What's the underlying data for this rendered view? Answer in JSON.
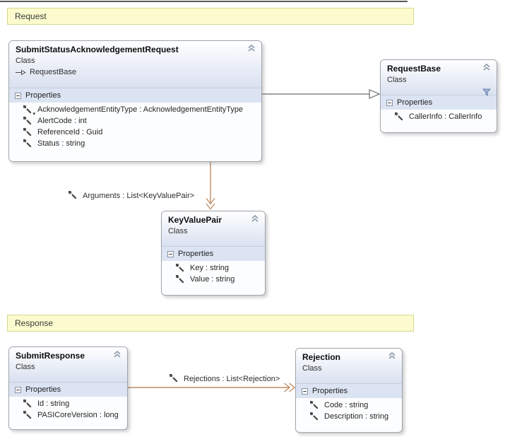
{
  "diagram": {
    "sections": {
      "request": {
        "label": "Request"
      },
      "response": {
        "label": "Response"
      }
    },
    "classes": {
      "submit_status_acknowledgement_request": {
        "title": "SubmitStatusAcknowledgementRequest",
        "kind": "Class",
        "base_type": "RequestBase",
        "compartment_label": "Properties",
        "members": [
          "AcknowledgementEntityType : AcknowledgementEntityType",
          "AlertCode : int",
          "ReferenceId : Guid",
          "Status : string"
        ]
      },
      "request_base": {
        "title": "RequestBase",
        "kind": "Class",
        "compartment_label": "Properties",
        "members": [
          "CallerInfo : CallerInfo"
        ]
      },
      "key_value_pair": {
        "title": "KeyValuePair",
        "kind": "Class",
        "compartment_label": "Properties",
        "members": [
          "Key : string",
          "Value : string"
        ]
      },
      "submit_response": {
        "title": "SubmitResponse",
        "kind": "Class",
        "compartment_label": "Properties",
        "members": [
          "Id : string",
          "PASICoreVersion : long"
        ]
      },
      "rejection": {
        "title": "Rejection",
        "kind": "Class",
        "compartment_label": "Properties",
        "members": [
          "Code : string",
          "Description : string"
        ]
      }
    },
    "connector_labels": {
      "arguments": "Arguments : List<KeyValuePair>",
      "rejections": "Rejections : List<Rejection>"
    },
    "colors": {
      "comment_fill": "#FBFBCE",
      "comment_border": "#D8D890",
      "association_line": "#BE8B62",
      "inheritance_line": "#6B6B6B",
      "box_border": "#A0A6AD",
      "compartment_band": "#DCE4F3",
      "filter_icon_blue": "#9FB4D8"
    }
  }
}
